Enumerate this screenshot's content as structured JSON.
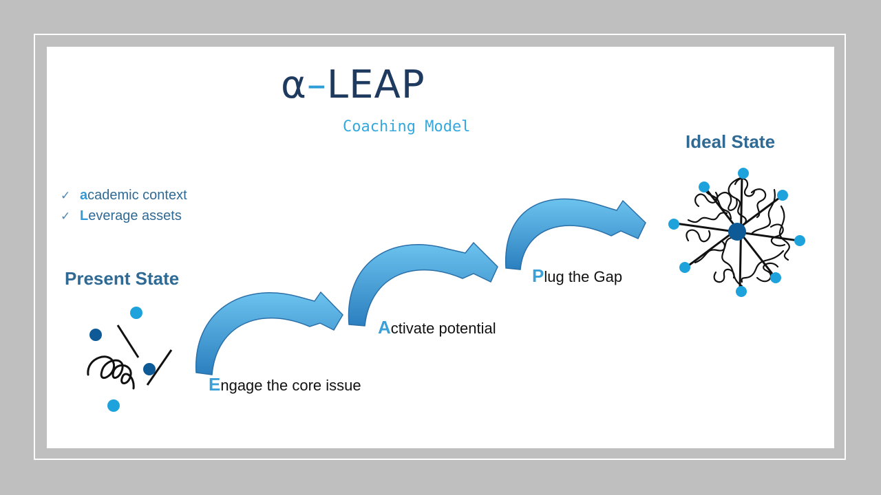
{
  "title": {
    "prefix": "α",
    "dash": "–",
    "word": "LEAP"
  },
  "subtitle": "Coaching Model",
  "checklist": [
    {
      "accent": "a",
      "rest": "cademic context"
    },
    {
      "accent": "L",
      "rest": "everage assets"
    }
  ],
  "check_icon": "✓",
  "present_state": "Present State",
  "ideal_state": "Ideal State",
  "steps": [
    {
      "letter": "E",
      "rest": "ngage the core issue"
    },
    {
      "letter": "A",
      "rest": "ctivate potential"
    },
    {
      "letter": "P",
      "rest": "lug the Gap"
    }
  ],
  "colors": {
    "navy": "#1f3a5f",
    "accent": "#2e9cd6",
    "arrow": "#3a8fc8",
    "dot_light": "#1ea2dc",
    "dot_dark": "#0d5a96"
  }
}
